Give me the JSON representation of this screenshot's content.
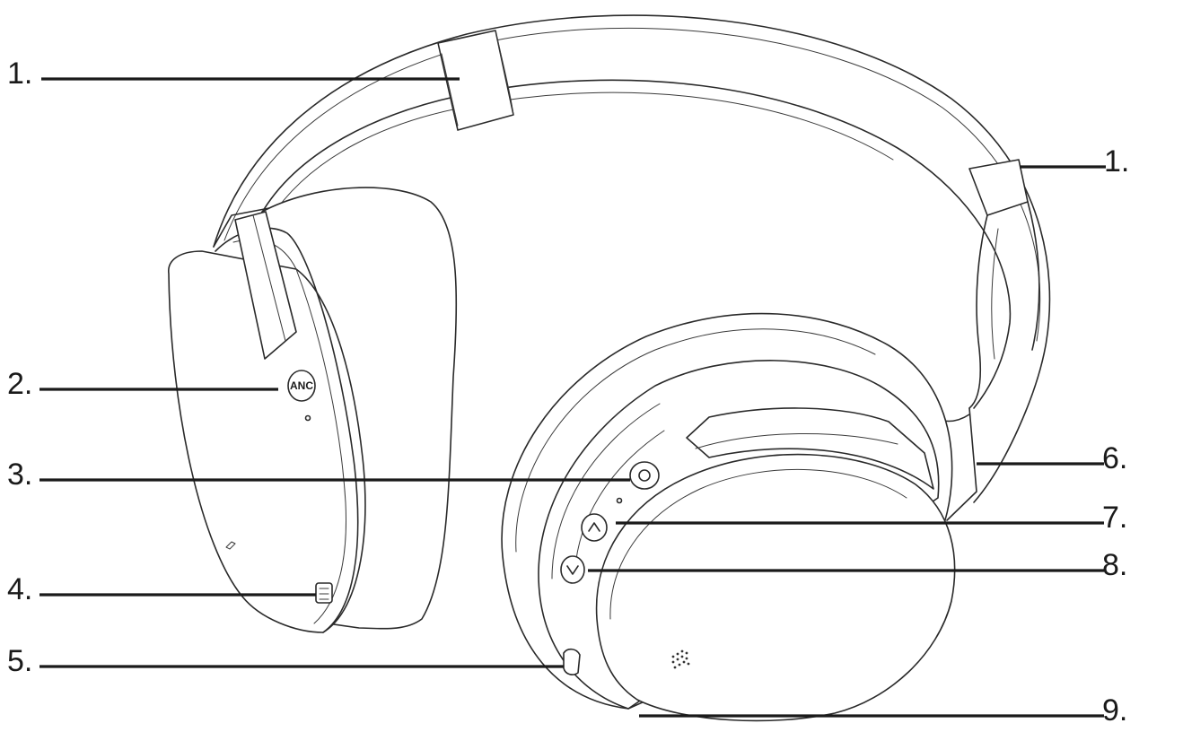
{
  "diagram": {
    "callouts": [
      {
        "id": "c1a",
        "label": "1."
      },
      {
        "id": "c1b",
        "label": "1."
      },
      {
        "id": "c2",
        "label": "2."
      },
      {
        "id": "c3",
        "label": "3."
      },
      {
        "id": "c4",
        "label": "4."
      },
      {
        "id": "c5",
        "label": "5."
      },
      {
        "id": "c6",
        "label": "6."
      },
      {
        "id": "c7",
        "label": "7."
      },
      {
        "id": "c8",
        "label": "8."
      },
      {
        "id": "c9",
        "label": "9."
      }
    ],
    "anc_button_label": "ANC"
  },
  "colors": {
    "line": "#1a1a1a",
    "background": "#ffffff"
  }
}
